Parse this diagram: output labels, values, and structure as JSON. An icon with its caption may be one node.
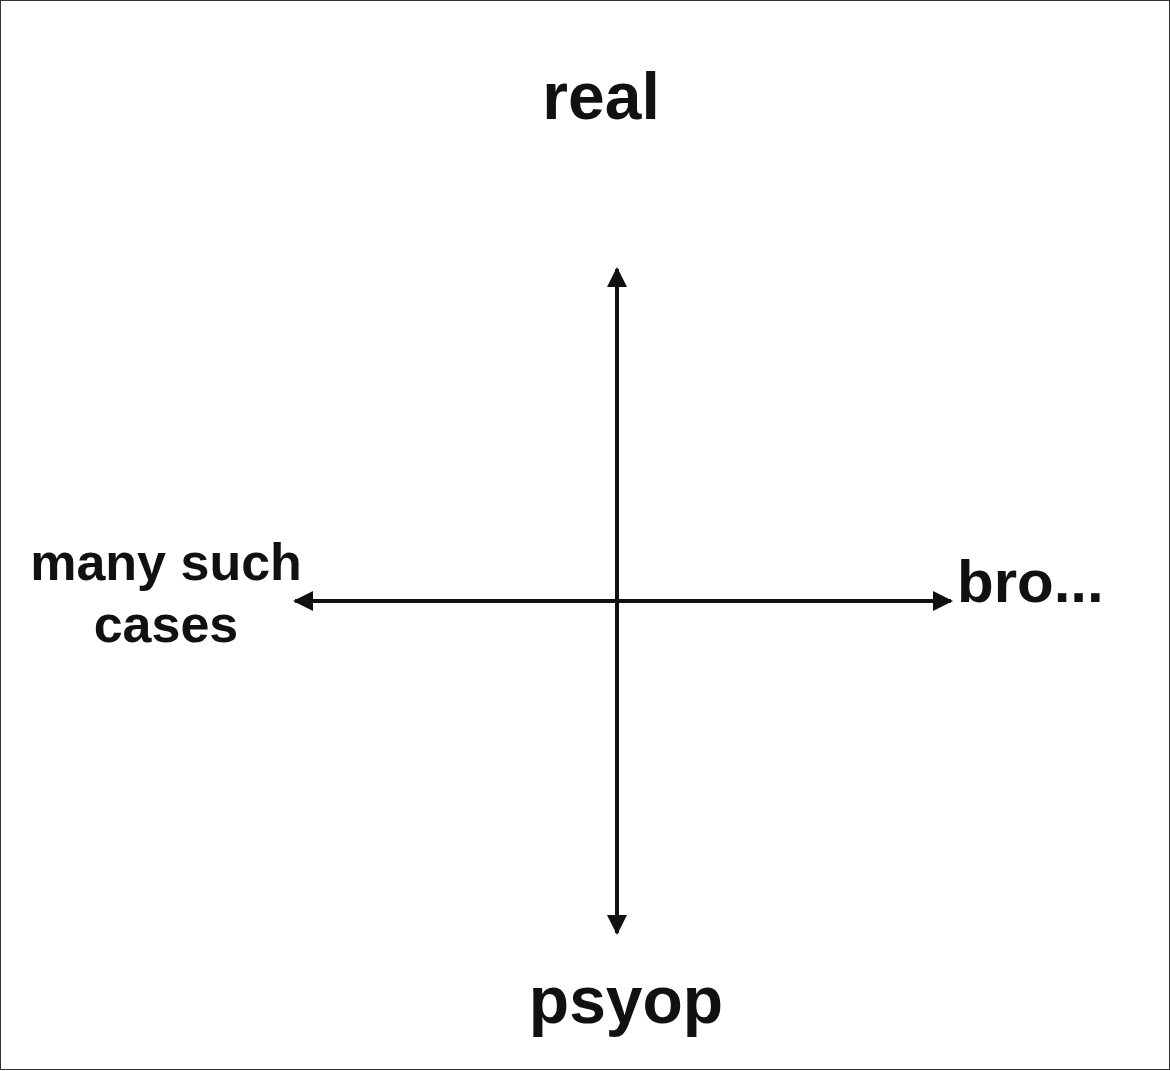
{
  "diagram": {
    "labels": [
      "real",
      "many such cases",
      "bro...",
      "psyop"
    ]
  }
}
